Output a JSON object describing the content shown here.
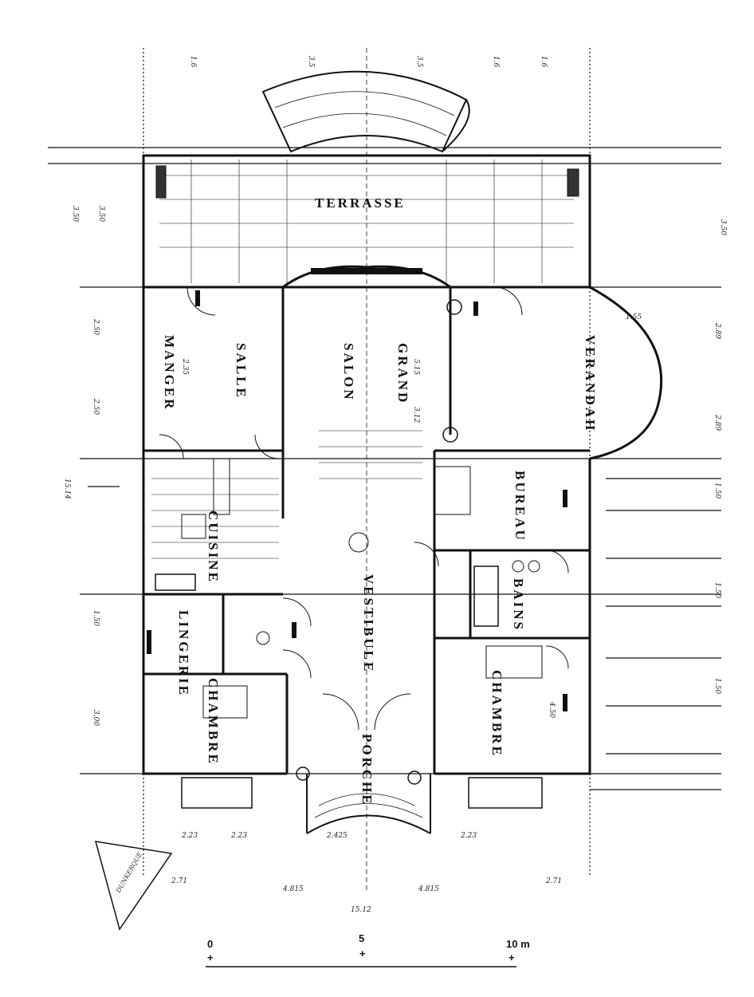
{
  "rooms": {
    "terrasse": "TERRASSE",
    "veranda": "VERANDAH",
    "grand_salon": [
      "GRAND",
      "SALON"
    ],
    "salle_manger": [
      "SALLE",
      "MANGER"
    ],
    "cuisine": "CUISINE",
    "bureau": "BUREAU",
    "bains": "BAINS",
    "lingerie": "LINGERIE",
    "chambre_left": "CHAMBRE",
    "chambre_right": "CHAMBRE",
    "vestibule": "VESTIBULE",
    "porche": "PORCHE"
  },
  "dimensions": {
    "top": [
      "1.6",
      "3.5",
      "3.5",
      "1.6",
      "1.6"
    ],
    "left": [
      "2.50",
      "2.50",
      "3.00",
      "1.50"
    ],
    "right": [
      "2.89",
      "2.89",
      "1.50",
      "1.50",
      "1.50"
    ],
    "bottom": [
      "2.23",
      "2.23",
      "2.425",
      "2.23",
      "2.71",
      "2.71",
      "4.815",
      "4.815"
    ],
    "overall_width": "15.12",
    "overall_depth": "15.14",
    "misc": [
      "3.50",
      "3.50",
      "3.50",
      "1.55",
      "2.35",
      "3.12",
      "5.15",
      "4.50"
    ]
  },
  "stamp_text": "DUNKERQUE",
  "scale": {
    "ticks": [
      "0",
      "5",
      "10 m"
    ],
    "marks": [
      "+",
      "+",
      "+"
    ]
  }
}
